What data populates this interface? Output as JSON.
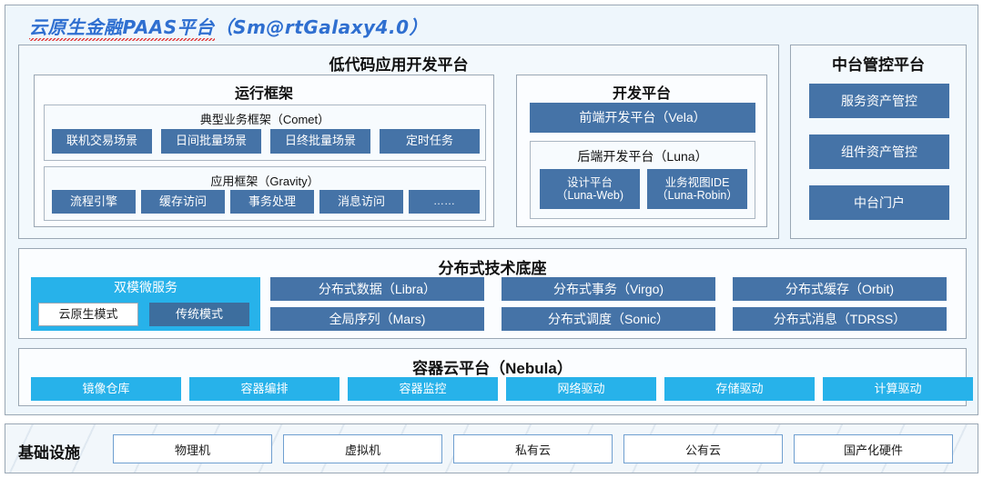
{
  "title": {
    "cn": "云原生金融PAAS平台",
    "en": "（Sm@rtGalaxy4.0）"
  },
  "lowcode": {
    "header": "低代码应用开发平台",
    "runtime": {
      "header": "运行框架",
      "comet": {
        "header": "典型业务框架（Comet）",
        "items": [
          "联机交易场景",
          "日间批量场景",
          "日终批量场景",
          "定时任务"
        ]
      },
      "gravity": {
        "header": "应用框架（Gravity）",
        "items": [
          "流程引擎",
          "缓存访问",
          "事务处理",
          "消息访问",
          "……"
        ]
      }
    },
    "devplat": {
      "header": "开发平台",
      "frontend": "前端开发平台（Vela）",
      "backend": {
        "header": "后端开发平台（Luna）",
        "items": [
          {
            "line1": "设计平台",
            "line2": "（Luna-Web)"
          },
          {
            "line1": "业务视图IDE",
            "line2": "（Luna-Robin）"
          }
        ]
      }
    }
  },
  "midplatform": {
    "header": "中台管控平台",
    "items": [
      "服务资产管控",
      "组件资产管控",
      "中台门户"
    ]
  },
  "techbase": {
    "header": "分布式技术底座",
    "dualmode": {
      "header": "双模微服务",
      "items": [
        "云原生模式",
        "传统模式"
      ]
    },
    "col1": [
      "分布式数据（Libra）",
      "全局序列（Mars)"
    ],
    "col2": [
      "分布式事务（Virgo)",
      "分布式调度（Sonic）"
    ],
    "col3": [
      "分布式缓存（Orbit)",
      "分布式消息（TDRSS）"
    ]
  },
  "container": {
    "header": "容器云平台（Nebula）",
    "items": [
      "镜像仓库",
      "容器编排",
      "容器监控",
      "网络驱动",
      "存储驱动",
      "计算驱动"
    ]
  },
  "infrastructure": {
    "label": "基础设施",
    "items": [
      "物理机",
      "虚拟机",
      "私有云",
      "公有云",
      "国产化硬件"
    ]
  },
  "colors": {
    "steel_blue": "#4573a7",
    "cyan": "#27b2ea",
    "panel_bg": "#eef6fc",
    "title_blue": "#2f6fd0",
    "spellcheck_red": "#e23b3b"
  }
}
